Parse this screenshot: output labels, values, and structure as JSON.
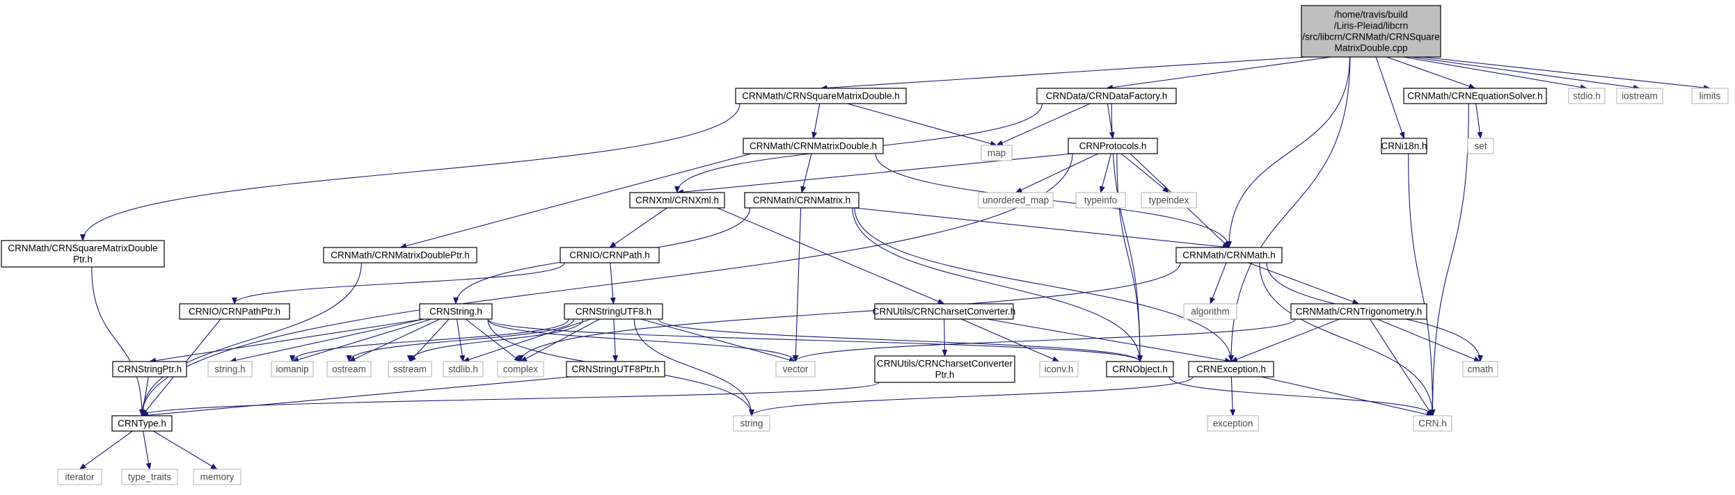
{
  "colors": {
    "edge": "#191970",
    "root_fill": "#bfbfbf",
    "local_border": "#000000",
    "system_border": "#bfbfbf"
  },
  "nodes": [
    {
      "id": "root",
      "type": "root",
      "lines": [
        "/home/travis/build",
        "/Liris-Pleiad/libcrn",
        "/src/libcrn/CRNMath/CRNSquare",
        "MatrixDouble.cpp"
      ]
    },
    {
      "id": "sqmat",
      "type": "local",
      "lines": [
        "CRNMath/CRNSquareMatrixDouble.h"
      ]
    },
    {
      "id": "datafac",
      "type": "local",
      "lines": [
        "CRNData/CRNDataFactory.h"
      ]
    },
    {
      "id": "eqsolver",
      "type": "local",
      "lines": [
        "CRNMath/CRNEquationSolver.h"
      ]
    },
    {
      "id": "stdio",
      "type": "system",
      "lines": [
        "stdio.h"
      ]
    },
    {
      "id": "iostream",
      "type": "system",
      "lines": [
        "iostream"
      ]
    },
    {
      "id": "limits",
      "type": "system",
      "lines": [
        "limits"
      ]
    },
    {
      "id": "matdouble",
      "type": "local",
      "lines": [
        "CRNMath/CRNMatrixDouble.h"
      ]
    },
    {
      "id": "map",
      "type": "system",
      "lines": [
        "map"
      ]
    },
    {
      "id": "protocols",
      "type": "local",
      "lines": [
        "CRNProtocols.h"
      ]
    },
    {
      "id": "i18n",
      "type": "local",
      "lines": [
        "CRNi18n.h"
      ]
    },
    {
      "id": "set",
      "type": "system",
      "lines": [
        "set"
      ]
    },
    {
      "id": "xml",
      "type": "local",
      "lines": [
        "CRNXml/CRNXml.h"
      ]
    },
    {
      "id": "matrix",
      "type": "local",
      "lines": [
        "CRNMath/CRNMatrix.h"
      ]
    },
    {
      "id": "umap",
      "type": "system",
      "lines": [
        "unordered_map"
      ]
    },
    {
      "id": "typeinfo",
      "type": "system",
      "lines": [
        "typeinfo"
      ]
    },
    {
      "id": "typeindex",
      "type": "system",
      "lines": [
        "typeindex"
      ]
    },
    {
      "id": "sqmatptr",
      "type": "local",
      "lines": [
        "CRNMath/CRNSquareMatrixDouble",
        "Ptr.h"
      ]
    },
    {
      "id": "matdptr",
      "type": "local",
      "lines": [
        "CRNMath/CRNMatrixDoublePtr.h"
      ]
    },
    {
      "id": "path",
      "type": "local",
      "lines": [
        "CRNIO/CRNPath.h"
      ]
    },
    {
      "id": "crnmath",
      "type": "local",
      "lines": [
        "CRNMath/CRNMath.h"
      ]
    },
    {
      "id": "algorithm",
      "type": "system",
      "lines": [
        "algorithm"
      ]
    },
    {
      "id": "pathptr",
      "type": "local",
      "lines": [
        "CRNIO/CRNPathPtr.h"
      ]
    },
    {
      "id": "string_h",
      "type": "local",
      "lines": [
        "CRNString.h"
      ]
    },
    {
      "id": "utf8",
      "type": "local",
      "lines": [
        "CRNStringUTF8.h"
      ]
    },
    {
      "id": "charset",
      "type": "local",
      "lines": [
        "CRNUtils/CRNCharsetConverter.h"
      ]
    },
    {
      "id": "trigo",
      "type": "local",
      "lines": [
        "CRNMath/CRNTrigonometry.h"
      ]
    },
    {
      "id": "strptr",
      "type": "local",
      "lines": [
        "CRNStringPtr.h"
      ]
    },
    {
      "id": "stringdoth",
      "type": "system",
      "lines": [
        "string.h"
      ]
    },
    {
      "id": "iomanip",
      "type": "system",
      "lines": [
        "iomanip"
      ]
    },
    {
      "id": "ostream",
      "type": "system",
      "lines": [
        "ostream"
      ]
    },
    {
      "id": "sstream",
      "type": "system",
      "lines": [
        "sstream"
      ]
    },
    {
      "id": "stdlib",
      "type": "system",
      "lines": [
        "stdlib.h"
      ]
    },
    {
      "id": "utf8ptr",
      "type": "local",
      "lines": [
        "CRNStringUTF8Ptr.h"
      ]
    },
    {
      "id": "complex",
      "type": "system",
      "lines": [
        "complex"
      ]
    },
    {
      "id": "vector",
      "type": "system",
      "lines": [
        "vector"
      ]
    },
    {
      "id": "charsetptr",
      "type": "local",
      "lines": [
        "CRNUtils/CRNCharsetConverter",
        "Ptr.h"
      ]
    },
    {
      "id": "iconv",
      "type": "system",
      "lines": [
        "iconv.h"
      ]
    },
    {
      "id": "object",
      "type": "local",
      "lines": [
        "CRNObject.h"
      ]
    },
    {
      "id": "exception_h",
      "type": "local",
      "lines": [
        "CRNException.h"
      ]
    },
    {
      "id": "cmath",
      "type": "system",
      "lines": [
        "cmath"
      ]
    },
    {
      "id": "crntype",
      "type": "local",
      "lines": [
        "CRNType.h"
      ]
    },
    {
      "id": "string",
      "type": "system",
      "lines": [
        "string"
      ]
    },
    {
      "id": "exception",
      "type": "system",
      "lines": [
        "exception"
      ]
    },
    {
      "id": "crn",
      "type": "system",
      "lines": [
        "CRN.h"
      ]
    },
    {
      "id": "iterator",
      "type": "system",
      "lines": [
        "iterator"
      ]
    },
    {
      "id": "type_traits",
      "type": "system",
      "lines": [
        "type_traits"
      ]
    },
    {
      "id": "memory",
      "type": "system",
      "lines": [
        "memory"
      ]
    }
  ]
}
